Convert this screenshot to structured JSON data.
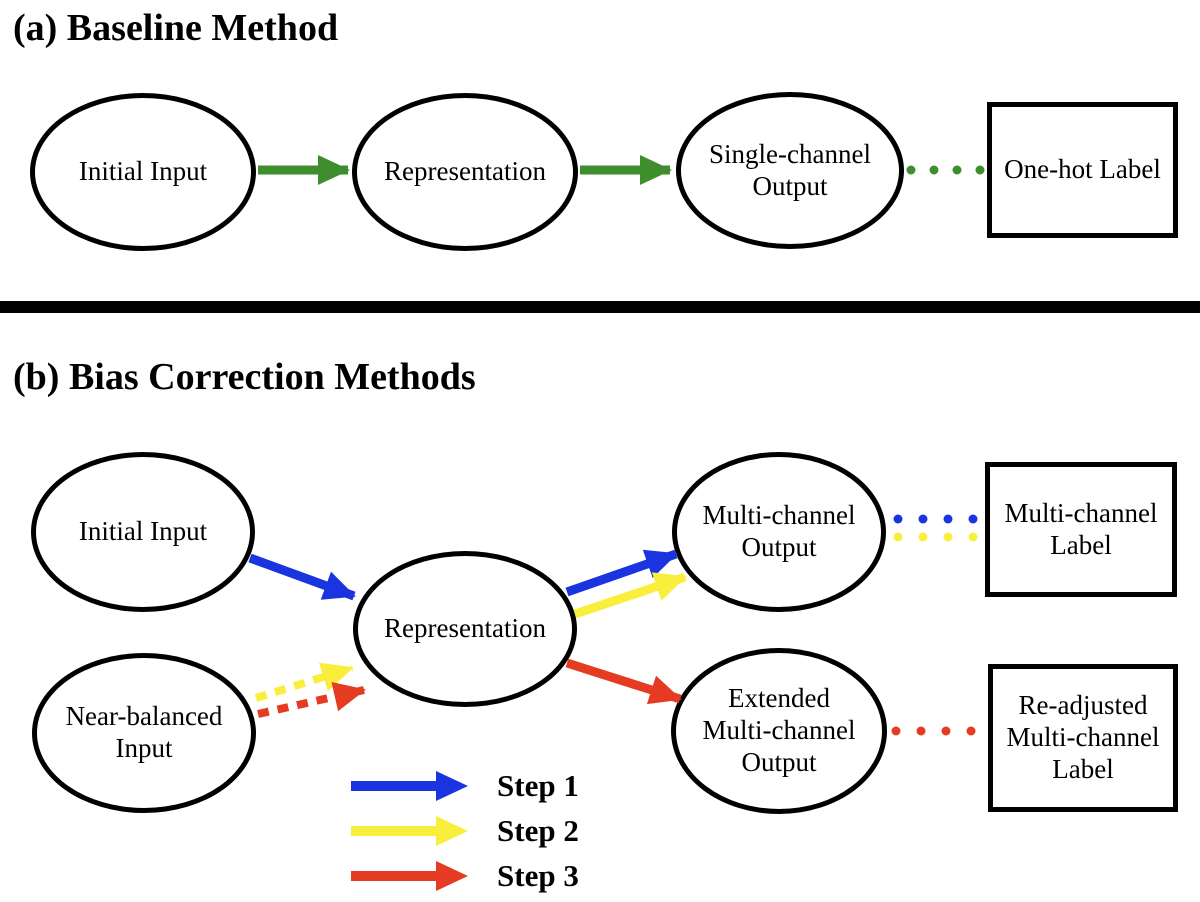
{
  "colors": {
    "background": "#ffffff",
    "ink": "#000000",
    "green": "#3e8e2d",
    "blue": "#1a35e0",
    "yellow": "#faee3d",
    "red": "#e63b23"
  },
  "section_a": {
    "title": "(a) Baseline Method",
    "nodes": {
      "initial_input": "Initial Input",
      "representation": "Representation",
      "single_channel_output": "Single-channel\nOutput",
      "one_hot_label": "One-hot Label"
    }
  },
  "section_b": {
    "title": "(b) Bias Correction Methods",
    "nodes": {
      "initial_input": "Initial Input",
      "near_balanced_input": "Near-balanced\nInput",
      "representation": "Representation",
      "multi_channel_output": "Multi-channel\nOutput",
      "extended_multi_channel_output": "Extended\nMulti-channel\nOutput",
      "multi_channel_label": "Multi-channel\nLabel",
      "re_adjusted_multi_channel_label": "Re-adjusted\nMulti-channel\nLabel"
    },
    "legend": {
      "items": [
        {
          "label": "Step 1",
          "color": "blue"
        },
        {
          "label": "Step 2",
          "color": "yellow"
        },
        {
          "label": "Step 3",
          "color": "red"
        }
      ]
    }
  }
}
